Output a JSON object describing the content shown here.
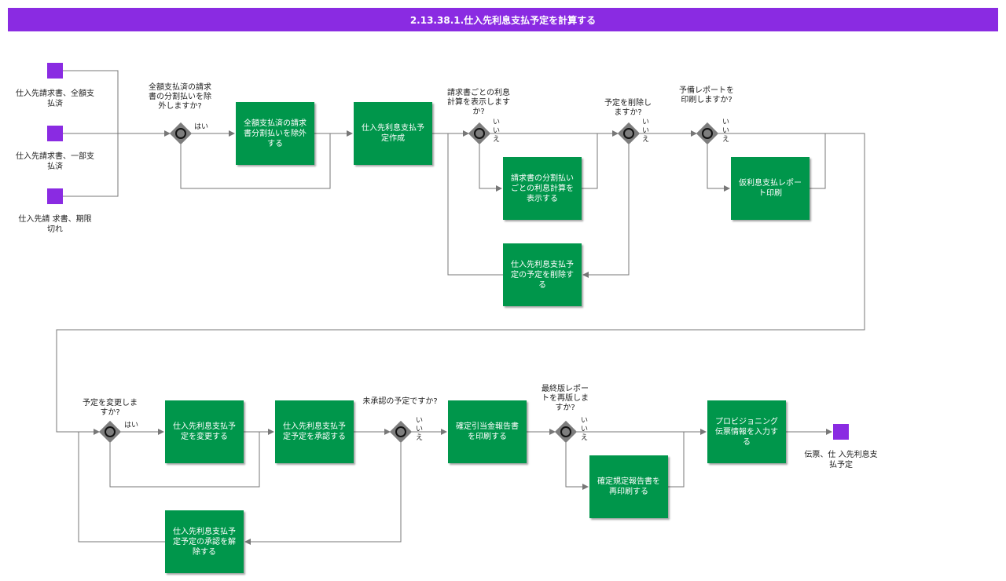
{
  "title": "2.13.38.1.仕入先利息支払予定を計算する",
  "colors": {
    "header": "#8a2be2",
    "task": "#00964b",
    "event": "#8a2be2",
    "gateway": "#7d7d7d"
  },
  "start_events": [
    {
      "label": "仕入先請求書、全額支払済"
    },
    {
      "label": "仕入先請求書、一部支払済"
    },
    {
      "label": "仕入先請 求書、期限切れ"
    }
  ],
  "end_event": {
    "label": "伝票、仕 入先利息支払予定"
  },
  "gateways": [
    {
      "label": "全額支払済の請求書の分割払いを除外しますか?",
      "yes": "はい",
      "no": ""
    },
    {
      "label": "請求書ごとの利息計算を表示しますか?",
      "yes": "",
      "no": "いいえ"
    },
    {
      "label": "予定を削除しますか?",
      "yes": "",
      "no": "いいえ"
    },
    {
      "label": "予備レポートを印刷しますか?",
      "yes": "",
      "no": "いいえ"
    },
    {
      "label": "予定を変更しますか?",
      "yes": "はい",
      "no": ""
    },
    {
      "label": "未承認の予定ですか?",
      "yes": "",
      "no": "いいえ"
    },
    {
      "label": "最終版レポートを再版しますか?",
      "yes": "",
      "no": "いいえ"
    }
  ],
  "tasks": [
    {
      "label": "全額支払済の請求書分割払いを除外する"
    },
    {
      "label": "仕入先利息支払予定作成"
    },
    {
      "label": "請求書の分割払いごとの利息計算を表示する"
    },
    {
      "label": "仕入先利息支払予定の予定を削除する"
    },
    {
      "label": "仮利息支払レポート印刷"
    },
    {
      "label": "仕入先利息支払予定を変更する"
    },
    {
      "label": "仕入先利息支払予定予定を承認する"
    },
    {
      "label": "仕入先利息支払予定予定の承認を解除する"
    },
    {
      "label": "確定引当金報告書を印刷する"
    },
    {
      "label": "確定規定報告書を再印刷する"
    },
    {
      "label": "プロビジョニング伝票情報を入力する"
    }
  ]
}
